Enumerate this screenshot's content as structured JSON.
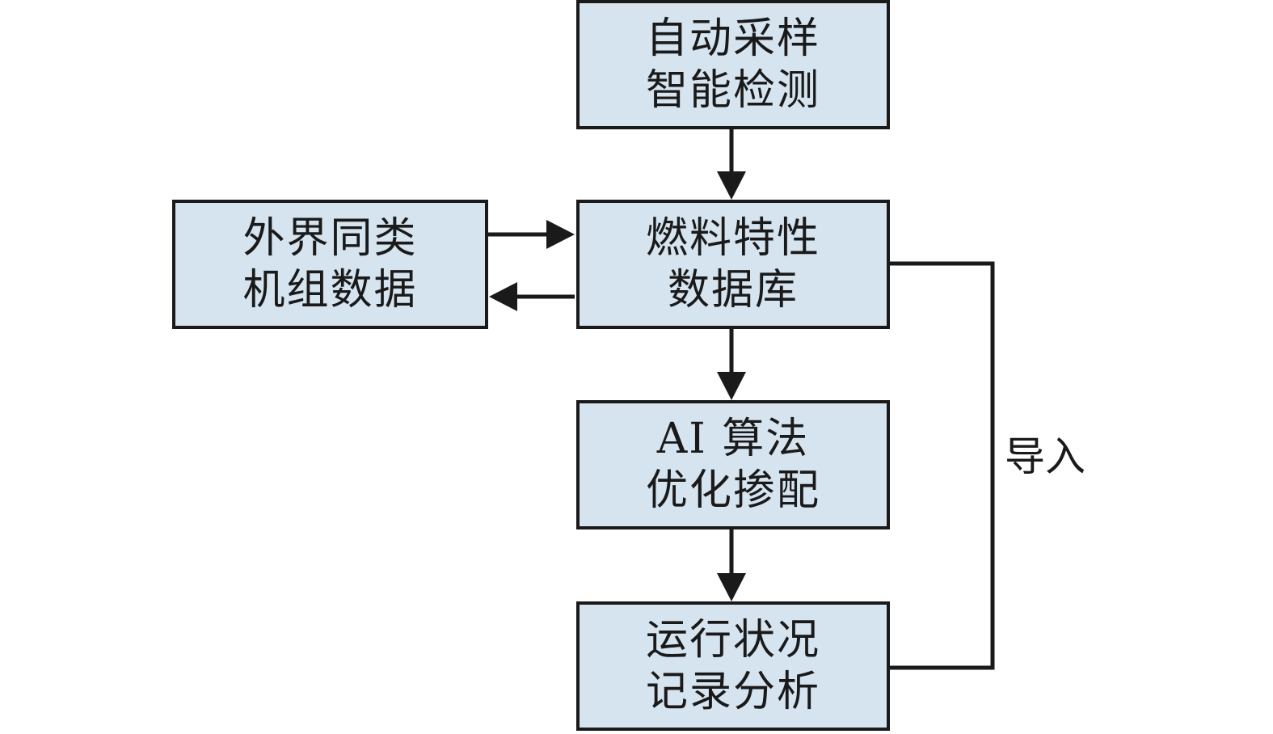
{
  "diagram": {
    "nodes": {
      "sample": {
        "line1": "自动采样",
        "line2": "智能检测"
      },
      "db": {
        "line1": "燃料特性",
        "line2": "数据库"
      },
      "ext": {
        "line1": "外界同类",
        "line2": "机组数据"
      },
      "ai": {
        "line1": "AI 算法",
        "line2": "优化掺配"
      },
      "run": {
        "line1": "运行状况",
        "line2": "记录分析"
      }
    },
    "edges": [
      {
        "from": "sample",
        "to": "db"
      },
      {
        "from": "ext",
        "to": "db"
      },
      {
        "from": "db",
        "to": "ext"
      },
      {
        "from": "db",
        "to": "ai"
      },
      {
        "from": "ai",
        "to": "run"
      },
      {
        "from": "db",
        "to": "run",
        "label": "导入"
      }
    ],
    "import_label": "导入",
    "colors": {
      "box_fill": "#d6e4f0",
      "stroke": "#1a1a1a"
    }
  }
}
